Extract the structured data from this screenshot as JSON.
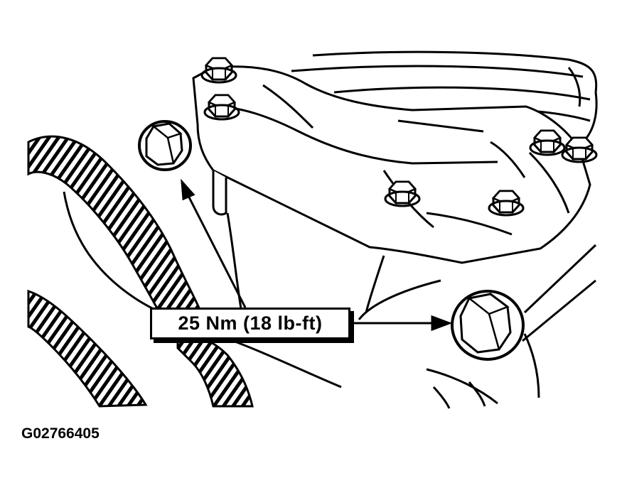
{
  "figure": {
    "id": "G02766405",
    "torque_label": "25 Nm (18 lb-ft)"
  },
  "colors": {
    "ink": "#000000",
    "paper": "#ffffff"
  },
  "illustration": {
    "parts": [
      "wiring-harness",
      "engine-bracket",
      "flange-bolt",
      "upper-bolt",
      "mount-bolt"
    ]
  }
}
